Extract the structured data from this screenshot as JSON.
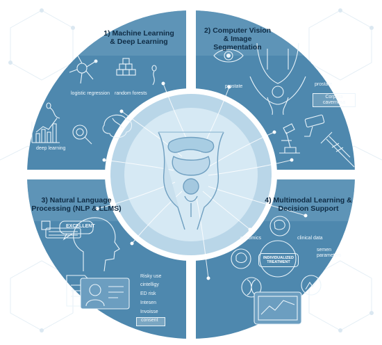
{
  "quadrants": {
    "ml": {
      "title": "1) Machine Learning\n& Deep Learning",
      "items": [
        "logistic regression",
        "random forests",
        "deep learning"
      ]
    },
    "cv": {
      "title": "2) Computer Vision\n& Image\nSegmentation",
      "items": [
        "prostate",
        "prostate",
        "Corpora\ncavernosa"
      ]
    },
    "nlp": {
      "title": "3) Natural Language\nProcessing (NLP & LLMS)",
      "items": [
        "EXCELLENT",
        "Risky use",
        "cintelligy",
        "ED risk",
        "Intesen",
        "Invoisse",
        "consent"
      ]
    },
    "mm": {
      "title": "4) Multimodal Learning &\nDecision Support",
      "items": [
        "genomics",
        "clinical data",
        "semen\nparameters",
        "INDIVIDUALIZED\nTREATMENT"
      ]
    }
  },
  "colors": {
    "quadrant": "#4e88ae",
    "quadrant_light": "#7fb0cf",
    "ring": "#b9d6e8",
    "center": "#d6e9f4",
    "text_light": "#f2f8fc",
    "title": "#0f2c45"
  },
  "icons": [
    "neuron-icon",
    "blocks-icon",
    "sperm-icon",
    "bar-chart-icon",
    "magnifier-icon",
    "brain-icon",
    "eye-icon",
    "pelvis-icon",
    "microscope-icon",
    "cctv-camera-icon",
    "syringe-icon",
    "keyboard-icon",
    "head-profile-icon",
    "document-icon",
    "doctor-card-icon",
    "dna-icon",
    "tablet-chart-icon",
    "anatomy-torso-icon"
  ]
}
